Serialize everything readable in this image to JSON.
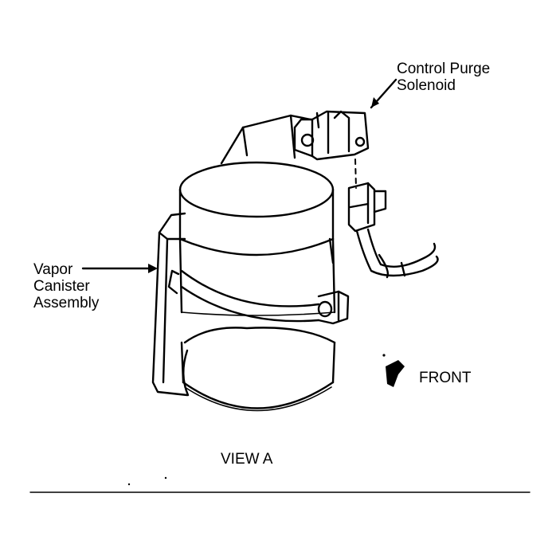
{
  "labels": {
    "purge_line1": "Control Purge",
    "purge_line2": "Solenoid",
    "vapor_line1": "Vapor",
    "vapor_line2": "Canister",
    "vapor_line3": "Assembly",
    "front": "FRONT",
    "view": "VIEW A"
  },
  "colors": {
    "ink": "#000000",
    "paper": "#ffffff"
  }
}
